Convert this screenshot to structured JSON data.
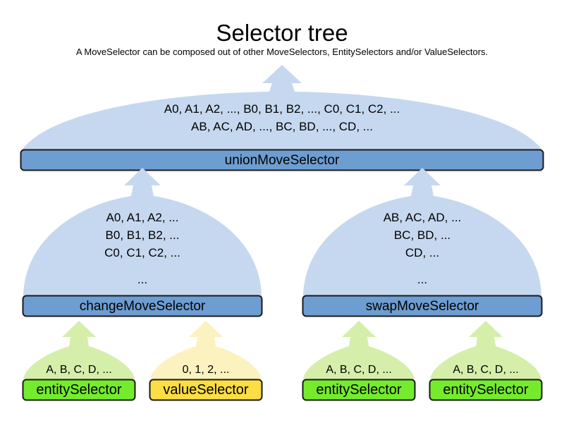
{
  "page": {
    "title": "Selector tree",
    "subtitle": "A MoveSelector can be composed out of other MoveSelectors, EntitySelectors and/or ValueSelectors."
  },
  "colors": {
    "move_body": "#c5d8ef",
    "move_bar": "#6d9dd1",
    "entity_body": "#d5efab",
    "entity_bar": "#74ec2d",
    "value_body": "#fbf2bf",
    "value_bar": "#fade43",
    "stroke": "#1a1a1a",
    "background": "#ffffff",
    "text": "#000000"
  },
  "nodes": {
    "union": {
      "label": "unionMoveSelector",
      "type": "moveSelector",
      "lines": [
        "A0, A1, A2, ..., B0, B1, B2, ..., C0, C1, C2, ...",
        "AB, AC, AD, ..., BC, BD, ..., CD, ..."
      ]
    },
    "change": {
      "label": "changeMoveSelector",
      "type": "moveSelector",
      "lines": [
        "A0, A1, A2, ...",
        "B0, B1, B2, ...",
        "C0, C1, C2, ...",
        "..."
      ]
    },
    "swap": {
      "label": "swapMoveSelector",
      "type": "moveSelector",
      "lines": [
        "AB, AC, AD, ...",
        "BC, BD, ...",
        "CD, ...",
        "..."
      ]
    },
    "change_entity": {
      "label": "entitySelector",
      "type": "entitySelector",
      "lines": [
        "A, B, C, D, ..."
      ]
    },
    "change_value": {
      "label": "valueSelector",
      "type": "valueSelector",
      "lines": [
        "0, 1, 2, ..."
      ]
    },
    "swap_entity_left": {
      "label": "entitySelector",
      "type": "entitySelector",
      "lines": [
        "A, B, C, D, ..."
      ]
    },
    "swap_entity_right": {
      "label": "entitySelector",
      "type": "entitySelector",
      "lines": [
        "A, B, C, D, ..."
      ]
    }
  }
}
